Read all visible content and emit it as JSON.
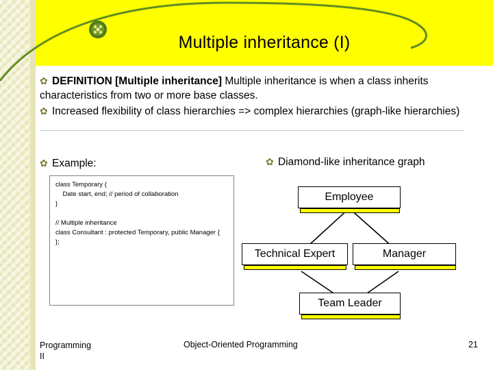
{
  "slide": {
    "title": "Multiple inheritance (I)",
    "bullets": [
      {
        "glyph": "bullet-flower",
        "lead": "DEFINITION [Multiple inheritance]",
        "rest": " Multiple inheritance is when a class inherits characteristics from two or more base classes."
      },
      {
        "glyph": "bullet-flower",
        "lead": "",
        "rest": "Increased flexibility of class hierarchies  => complex hierarchies (graph-like hierarchies)"
      }
    ],
    "example_label": "Example:",
    "code": [
      "class Temporary {",
      "    Date start, end; // period of collaboration",
      "}",
      "",
      "// Multiple inheritance",
      "class Consultant : protected Temporary, public Manager {",
      "};"
    ],
    "diagram_caption": "Diamond-like inheritance graph",
    "diagram": {
      "nodes": [
        {
          "id": "employee",
          "label": "Employee"
        },
        {
          "id": "technical-expert",
          "label": "Technical Expert"
        },
        {
          "id": "manager",
          "label": "Manager"
        },
        {
          "id": "team-leader",
          "label": "Team Leader"
        }
      ]
    },
    "footer": {
      "left_line1": "Programming",
      "left_line2": "II",
      "center": "Object-Oriented Programming",
      "page": "21"
    },
    "colors": {
      "banner": "#ffff00",
      "band": "#efeec8",
      "swoosh": "#6b8e23",
      "box_shadow": "#ffff00",
      "rule": "#b9c6d6"
    }
  }
}
